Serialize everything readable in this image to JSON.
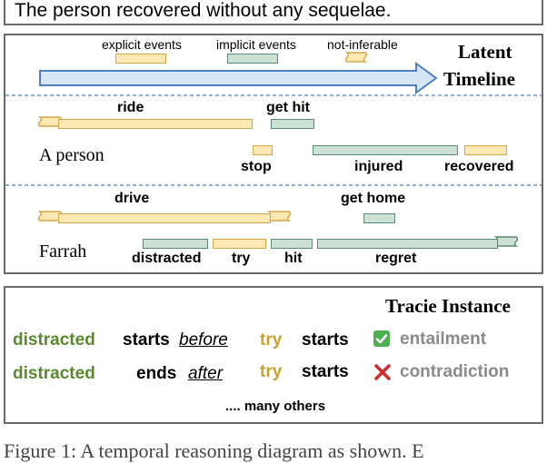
{
  "top_caption": "The person recovered without any sequelae.",
  "latent": {
    "legend": {
      "explicit": "explicit events",
      "implicit": "implicit events",
      "not_inferable": "not-inferable"
    },
    "title_line1": "Latent",
    "title_line2": "Timeline"
  },
  "story1": {
    "subject": "A person",
    "events": {
      "ride": "ride",
      "get_hit": "get hit",
      "stop": "stop",
      "injured": "injured",
      "recovered": "recovered"
    }
  },
  "story2": {
    "subject": "Farrah",
    "events": {
      "drive": "drive",
      "get_home": "get home",
      "distracted": "distracted",
      "try": "try",
      "hit": "hit",
      "regret": "regret"
    }
  },
  "tracie": {
    "title": "Tracie Instance",
    "row1": {
      "event1": "distracted",
      "pred": "starts",
      "relation": "before",
      "event2": "try",
      "pred2": "starts",
      "label": "entailment"
    },
    "row2": {
      "event1": "distracted",
      "pred": "ends",
      "relation": "after",
      "event2": "try",
      "pred2": "starts",
      "label": "contradiction"
    },
    "more": ".... many others"
  },
  "bottom_caption": "Figure 1: A temporal reasoning diagram as shown. E"
}
